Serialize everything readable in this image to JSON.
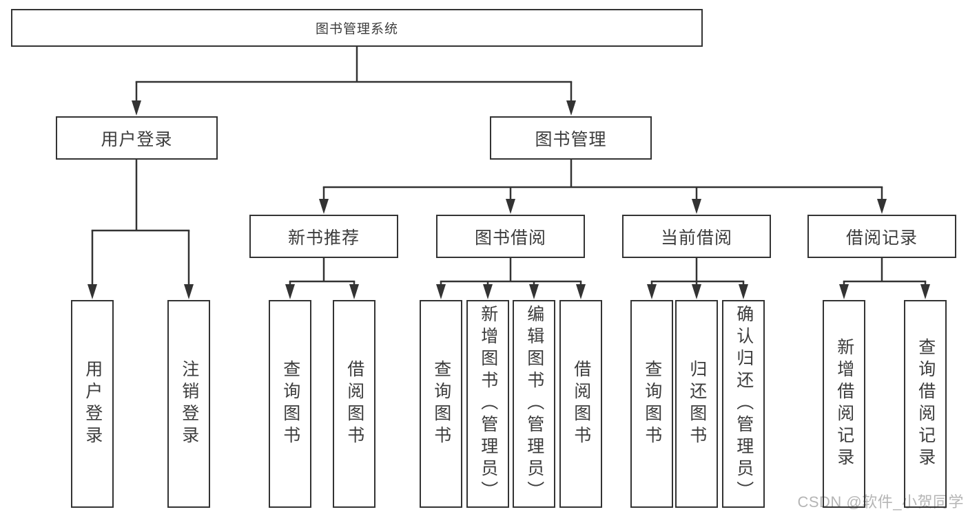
{
  "diagram": {
    "type": "hierarchy-tree",
    "root": {
      "label": "图书管理系统",
      "children": [
        {
          "label": "用户登录",
          "children": [
            {
              "label": "用户登录"
            },
            {
              "label": "注销登录"
            }
          ]
        },
        {
          "label": "图书管理",
          "children": [
            {
              "label": "新书推荐",
              "children": [
                {
                  "label": "查询图书"
                },
                {
                  "label": "借阅图书"
                }
              ]
            },
            {
              "label": "图书借阅",
              "children": [
                {
                  "label": "查询图书"
                },
                {
                  "label": "新增图书（管理员）"
                },
                {
                  "label": "编辑图书（管理员）"
                },
                {
                  "label": "借阅图书"
                }
              ]
            },
            {
              "label": "当前借阅",
              "children": [
                {
                  "label": "查询图书"
                },
                {
                  "label": "归还图书"
                },
                {
                  "label": "确认归还（管理员）"
                }
              ]
            },
            {
              "label": "借阅记录",
              "children": [
                {
                  "label": "新增借阅记录"
                },
                {
                  "label": "查询借阅记录"
                }
              ]
            }
          ]
        }
      ]
    }
  },
  "watermark": "CSDN @软件_小贺同学",
  "colors": {
    "line": "#333333",
    "text": "#3c3c3c",
    "watermark": "#b5b5b5",
    "background": "#ffffff"
  }
}
